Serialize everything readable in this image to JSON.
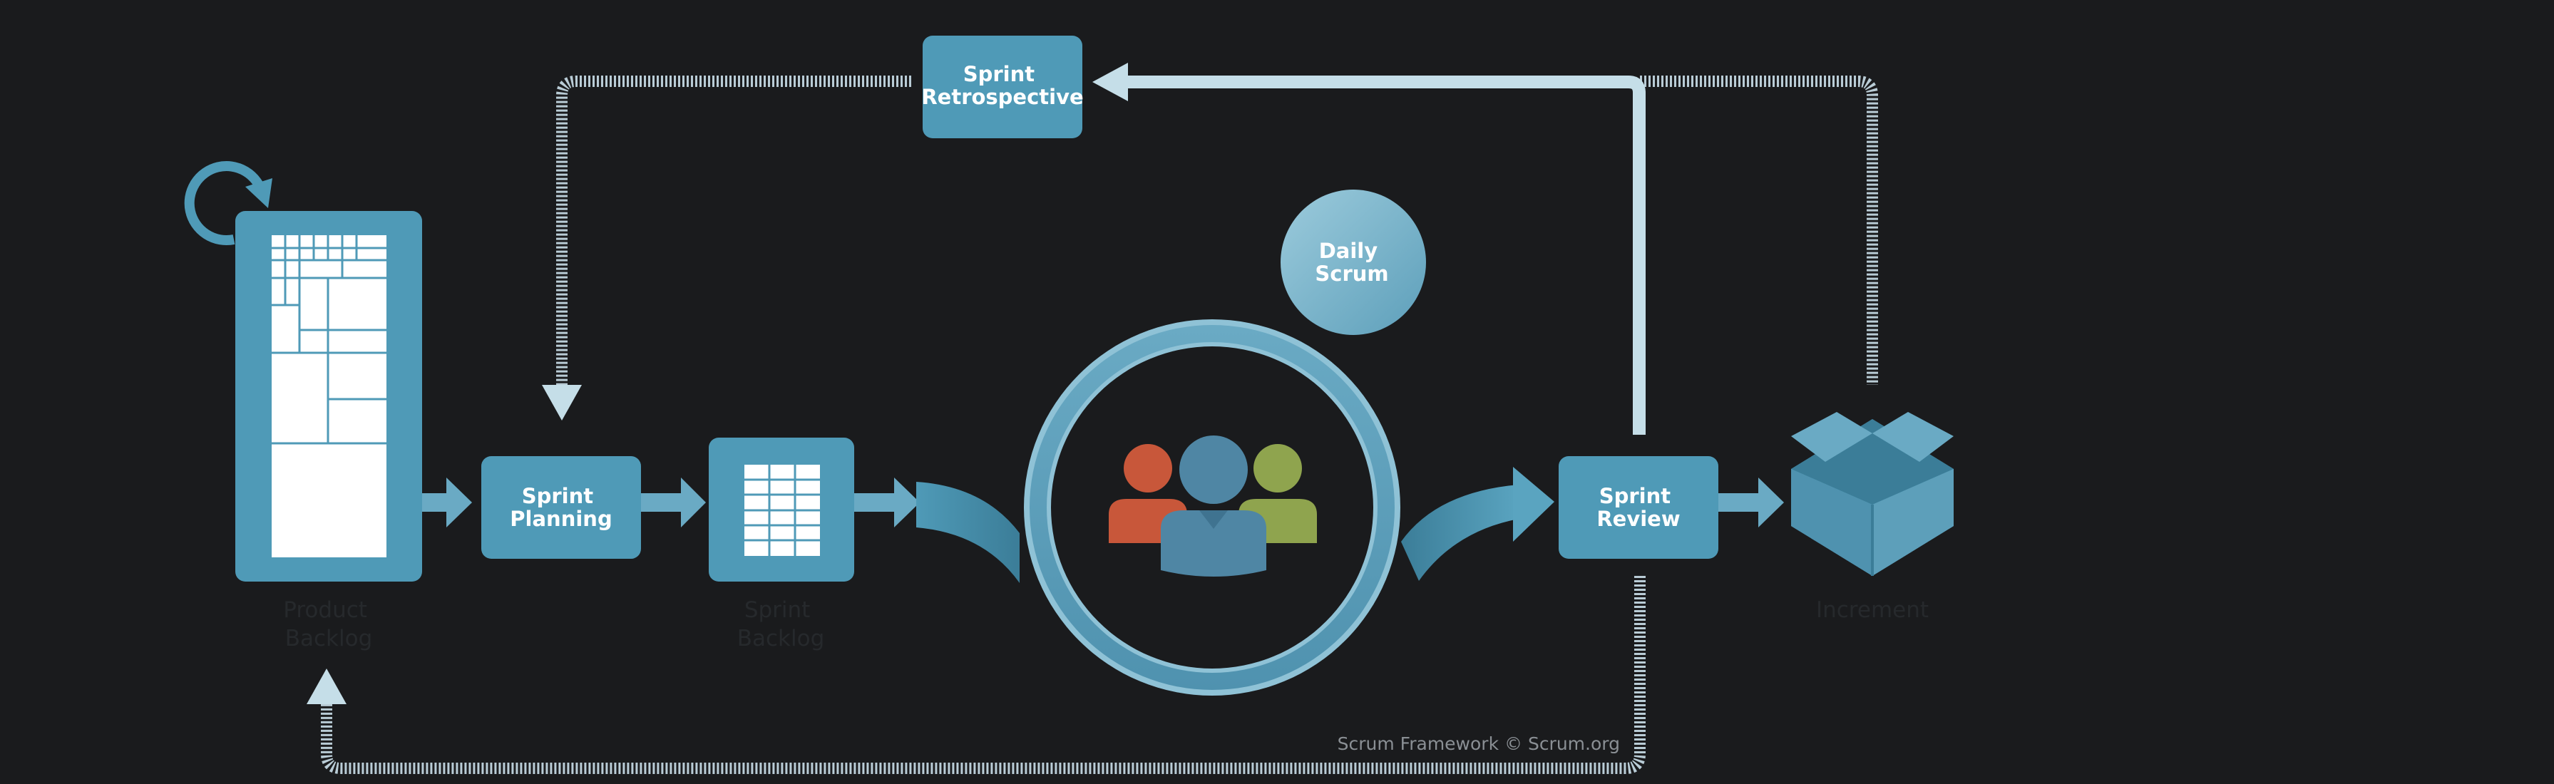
{
  "diagram": {
    "nodes": {
      "sprint_retrospective": [
        "Sprint",
        "Retrospective"
      ],
      "daily_scrum": [
        "Daily",
        "Scrum"
      ],
      "sprint_planning": [
        "Sprint",
        "Planning"
      ],
      "sprint_review": [
        "Sprint",
        "Review"
      ],
      "product_backlog": [
        "Product",
        "Backlog"
      ],
      "sprint_backlog": [
        "Sprint",
        "Backlog"
      ],
      "increment": "Increment"
    },
    "credit": "Scrum Framework © Scrum.org"
  },
  "colors": {
    "background": "#1a1b1d",
    "box": "#4f9ab7",
    "box_light": "#8fc2d6",
    "arrow_light": "#c5dee8",
    "dashed": "#b9ccd6",
    "person_red": "#c8573a",
    "person_blue": "#4f86a4",
    "person_green": "#8fa44e",
    "dim_text": "#26292c",
    "credit_text": "#8a8f94"
  }
}
